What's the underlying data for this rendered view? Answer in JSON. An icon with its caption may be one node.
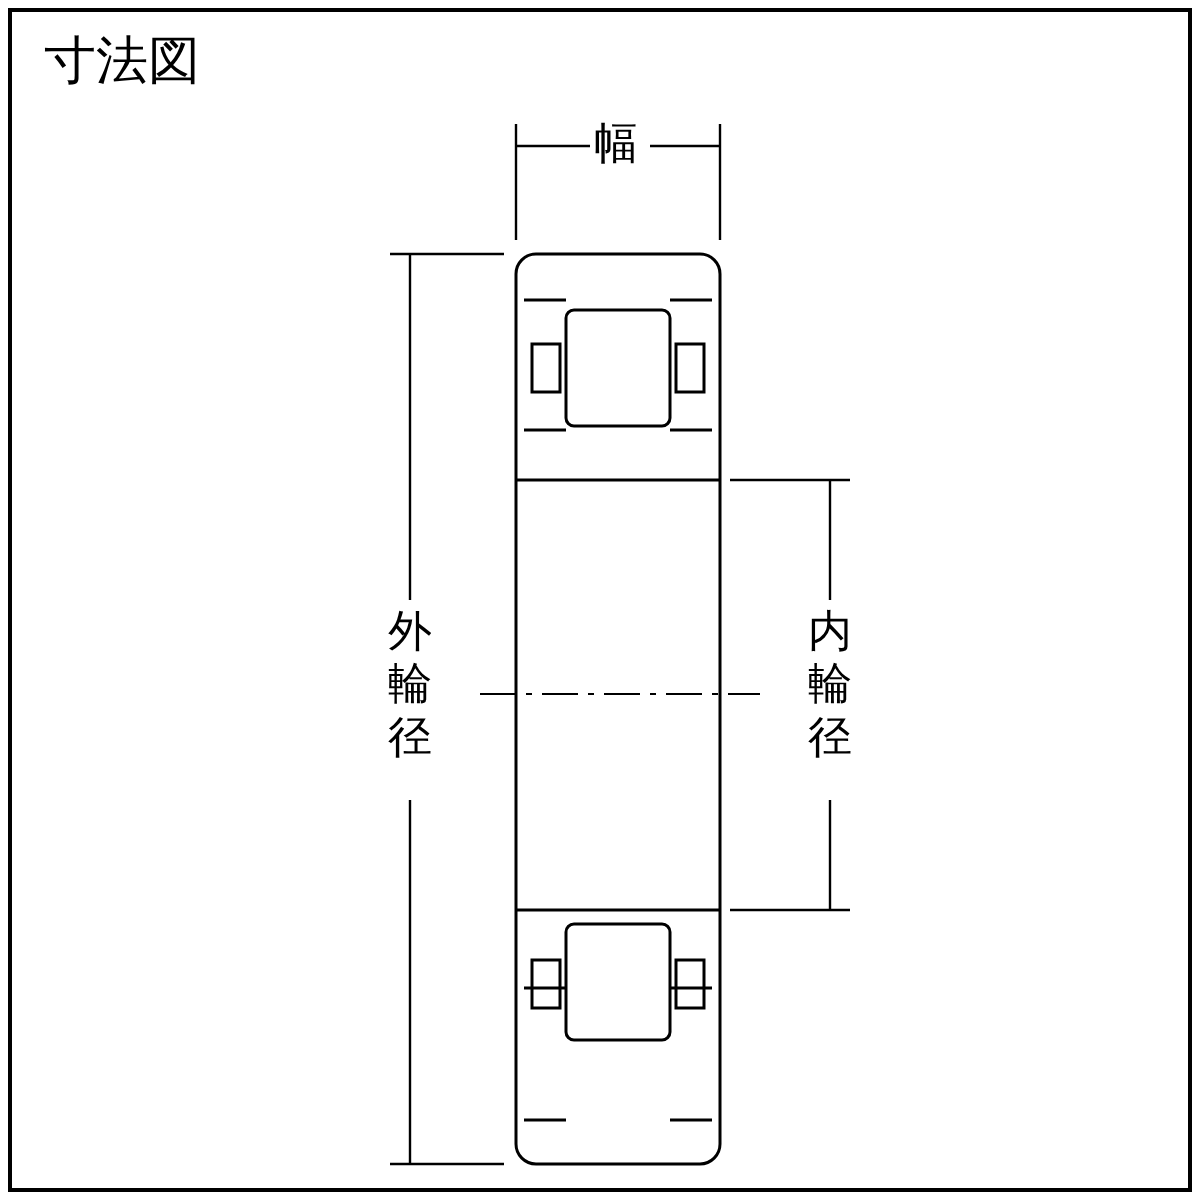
{
  "diagram": {
    "title": "寸法図",
    "labels": [
      "幅",
      "外輪径",
      "内輪径"
    ]
  }
}
